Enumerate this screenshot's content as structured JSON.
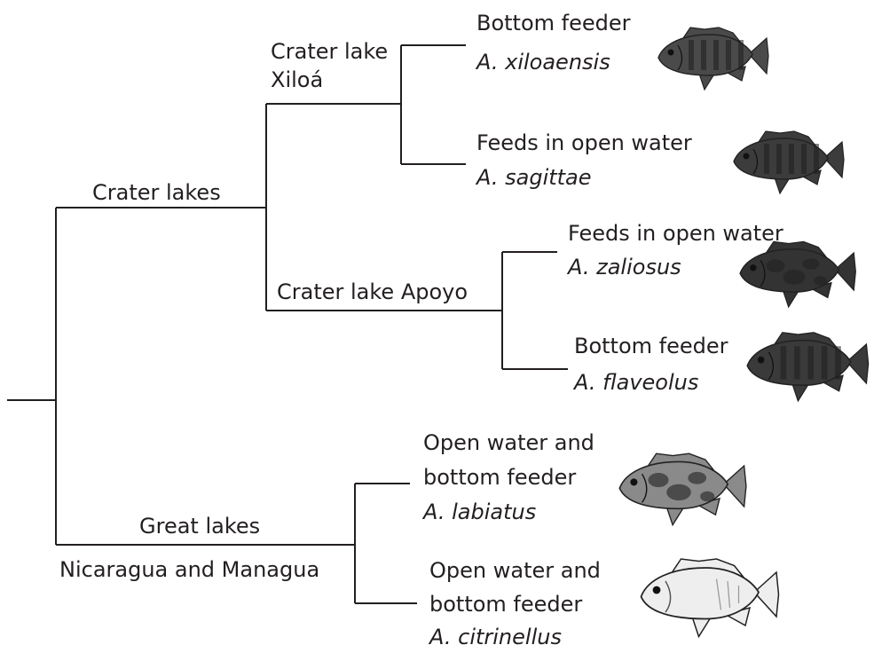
{
  "branches": {
    "crater_lakes": "Crater lakes",
    "xiloa_line1": "Crater lake",
    "xiloa_line2": "Xiloá",
    "apoyo": "Crater lake Apoyo",
    "great_lakes": "Great lakes",
    "great_lakes_sub": "Nicaragua and Managua"
  },
  "species": [
    {
      "feeding": [
        "Bottom feeder"
      ],
      "name": "A. xiloaensis",
      "fish_color": "#4a4a4a",
      "pattern": "bars"
    },
    {
      "feeding": [
        "Feeds in open water"
      ],
      "name": "A. sagittae",
      "fish_color": "#3c3c3c",
      "pattern": "bars"
    },
    {
      "feeding": [
        "Feeds in open water"
      ],
      "name": "A. zaliosus",
      "fish_color": "#333333",
      "pattern": "blotch"
    },
    {
      "feeding": [
        "Bottom feeder"
      ],
      "name": "A. flaveolus",
      "fish_color": "#3a3a3a",
      "pattern": "bars"
    },
    {
      "feeding": [
        "Open water and",
        "bottom feeder"
      ],
      "name": "A. labiatus",
      "fish_color": "#8a8a8a",
      "pattern": "blotch"
    },
    {
      "feeding": [
        "Open water and",
        "bottom feeder"
      ],
      "name": "A. citrinellus",
      "fish_color": "#eeeeee",
      "pattern": "plain"
    }
  ]
}
